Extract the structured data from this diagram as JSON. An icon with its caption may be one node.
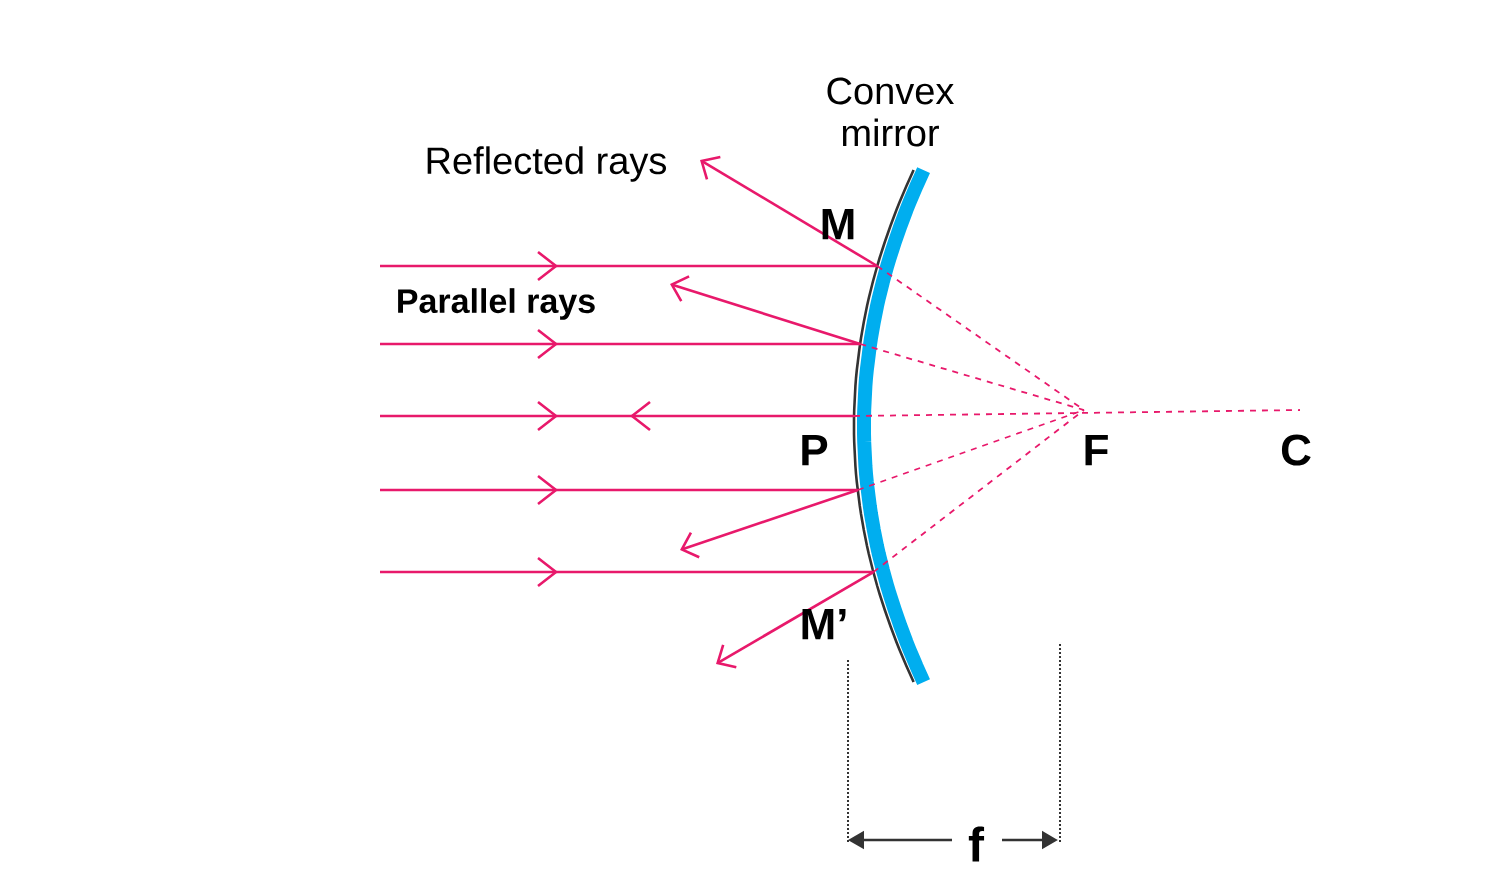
{
  "diagram": {
    "labels": [
      "Convex mirror",
      "Reflected rays",
      "M",
      "Parallel rays",
      "P",
      "F",
      "C",
      "M’",
      "f"
    ]
  }
}
